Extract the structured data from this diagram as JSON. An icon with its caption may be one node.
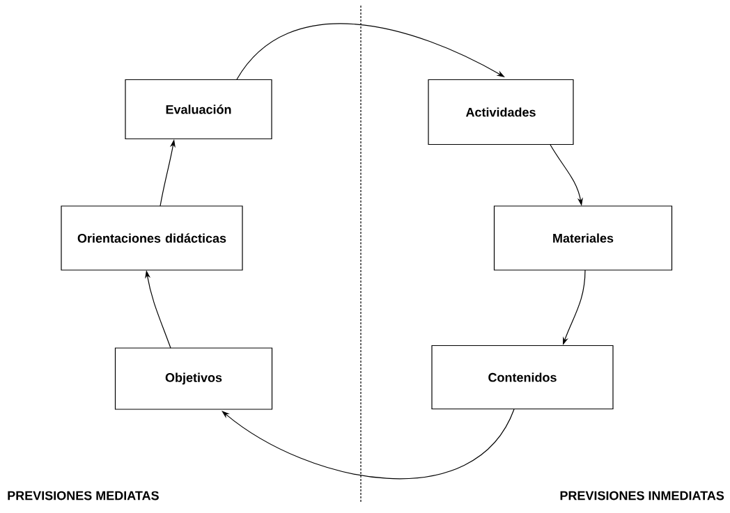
{
  "diagram": {
    "nodes": [
      {
        "text": [
          "Evaluación"
        ]
      },
      {
        "text": [
          "Orientaciones didácticas"
        ]
      },
      {
        "text": [
          "Objetivos"
        ]
      },
      {
        "text": [
          "Actividades"
        ]
      },
      {
        "text": [
          "Materiales"
        ]
      },
      {
        "text": [
          "Contenidos"
        ]
      }
    ],
    "edges": [
      {
        "from": 2,
        "to": 1,
        "arrow": "to"
      },
      {
        "from": 1,
        "to": 0,
        "arrow": "to"
      },
      {
        "from": 0,
        "to": 3,
        "arrow": "to"
      },
      {
        "from": 3,
        "to": 4,
        "arrow": "to"
      },
      {
        "from": 4,
        "to": 5,
        "arrow": "to"
      },
      {
        "from": 5,
        "to": 2,
        "arrow": "to"
      }
    ],
    "labels": [
      "PREVISIONES MEDIATAS",
      "PREVISIONES INMEDIATAS"
    ]
  }
}
